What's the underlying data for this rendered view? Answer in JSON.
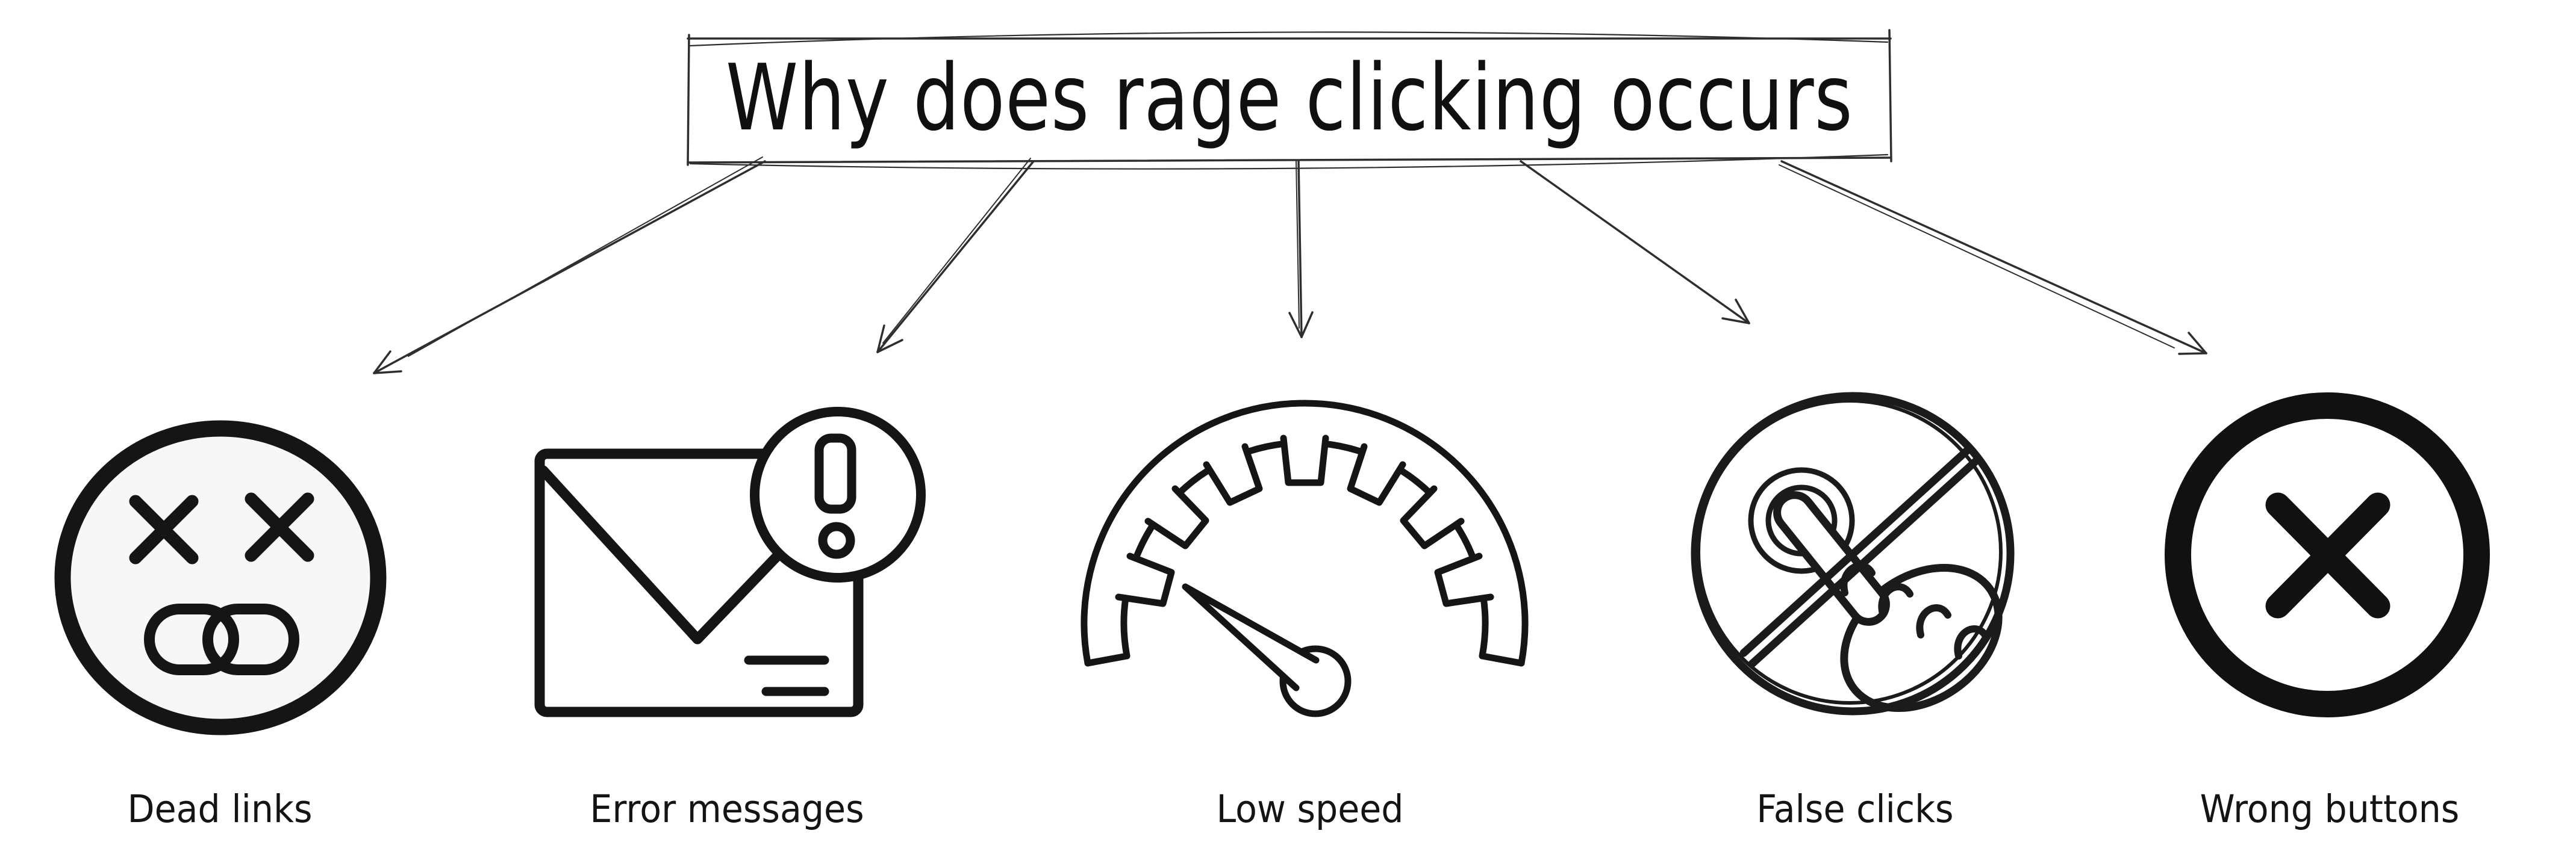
{
  "title": {
    "text": "Why does rage clicking occurs"
  },
  "colors": {
    "ink": "#151515",
    "sketch_line": "#2e2e2e",
    "background": "#ffffff",
    "face_fill": "#f7f7f7"
  },
  "items": [
    {
      "label": "Dead links",
      "icon": "dead-link-face-icon"
    },
    {
      "label": "Error messages",
      "icon": "error-message-envelope-icon"
    },
    {
      "label": "Low speed",
      "icon": "speedometer-icon"
    },
    {
      "label": "False clicks",
      "icon": "no-click-hand-icon"
    },
    {
      "label": "Wrong buttons",
      "icon": "circle-cross-icon"
    }
  ]
}
